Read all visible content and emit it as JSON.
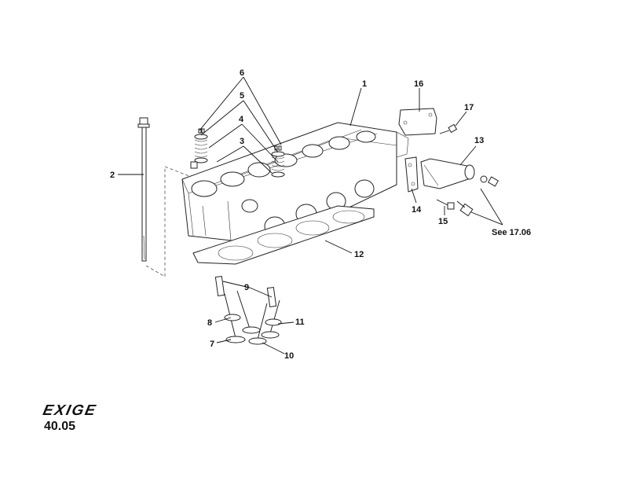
{
  "brand": {
    "logo_text": "EXIGE"
  },
  "page_ref": "40.05",
  "callouts": {
    "c1": "1",
    "c2": "2",
    "c3": "3",
    "c4": "4",
    "c5": "5",
    "c6": "6",
    "c7": "7",
    "c8": "8",
    "c9": "9",
    "c10": "10",
    "c11": "11",
    "c12": "12",
    "c13": "13",
    "c14": "14",
    "c15": "15",
    "c16": "16",
    "c17": "17",
    "see_ref": "See 17.06"
  }
}
